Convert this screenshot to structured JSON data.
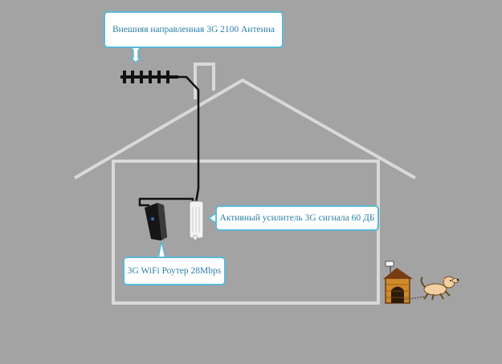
{
  "labels": {
    "antenna": "Внешняя направленная 3G 2100 Антенна",
    "booster": "Активный усилитель 3G сигнала 60 ДБ",
    "router": "3G WiFi Роутер 28Mbps"
  },
  "colors": {
    "background": "#a3a3a3",
    "house_outline": "#d9d9d9",
    "callout_border": "#5bb8d6",
    "callout_text": "#2a7fa6",
    "cable": "#111111",
    "doghouse": "#d08a2a",
    "dog": "#f2cfa0"
  },
  "icons": [
    "antenna-icon",
    "cable",
    "router-icon",
    "booster-icon",
    "doghouse-icon",
    "dog-icon"
  ]
}
